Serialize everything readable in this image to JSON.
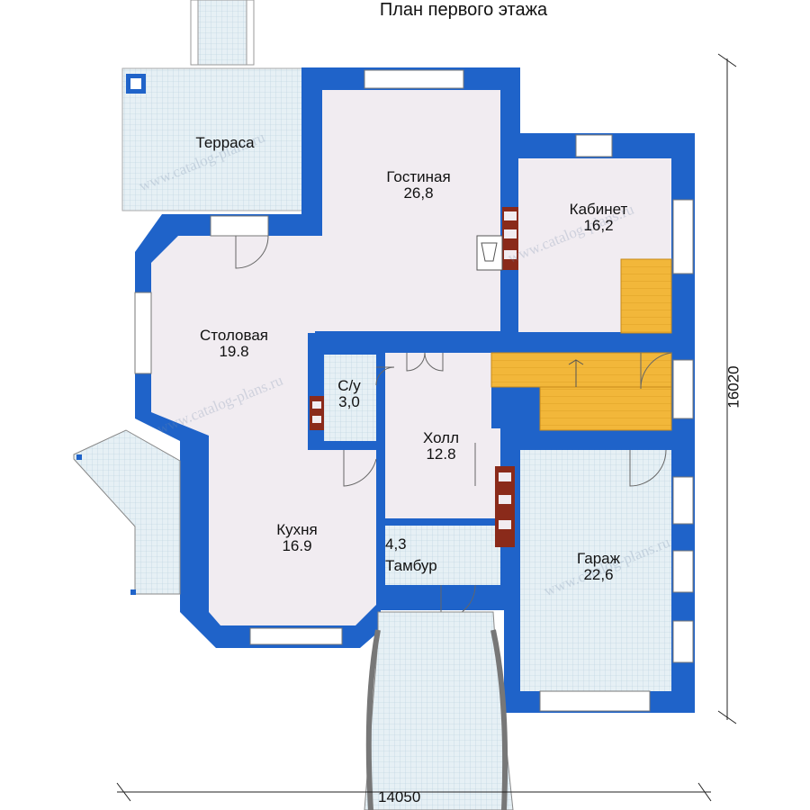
{
  "title": "План первого этажа",
  "rooms": [
    {
      "id": "terrace",
      "name": "Терраса",
      "area": ""
    },
    {
      "id": "living",
      "name": "Гостиная",
      "area": "26,8"
    },
    {
      "id": "study",
      "name": "Кабинет",
      "area": "16,2"
    },
    {
      "id": "dining",
      "name": "Столовая",
      "area": "19.8"
    },
    {
      "id": "wc",
      "name": "С/у",
      "area": "3,0"
    },
    {
      "id": "hall",
      "name": "Холл",
      "area": "12.8"
    },
    {
      "id": "kitchen",
      "name": "Кухня",
      "area": "16.9"
    },
    {
      "id": "vestibule",
      "name": "Тамбур",
      "area": "4,3"
    },
    {
      "id": "garage",
      "name": "Гараж",
      "area": "22,6"
    }
  ],
  "dimensions": {
    "width": "14050",
    "height": "16020"
  },
  "watermark": "www.catalog-plans.ru",
  "colors": {
    "wall": "#1f63c9",
    "room": "#f1ecf1",
    "stairs": "#f2b73a",
    "tile": "#e3eef4",
    "stove": "#8a2a1a"
  }
}
